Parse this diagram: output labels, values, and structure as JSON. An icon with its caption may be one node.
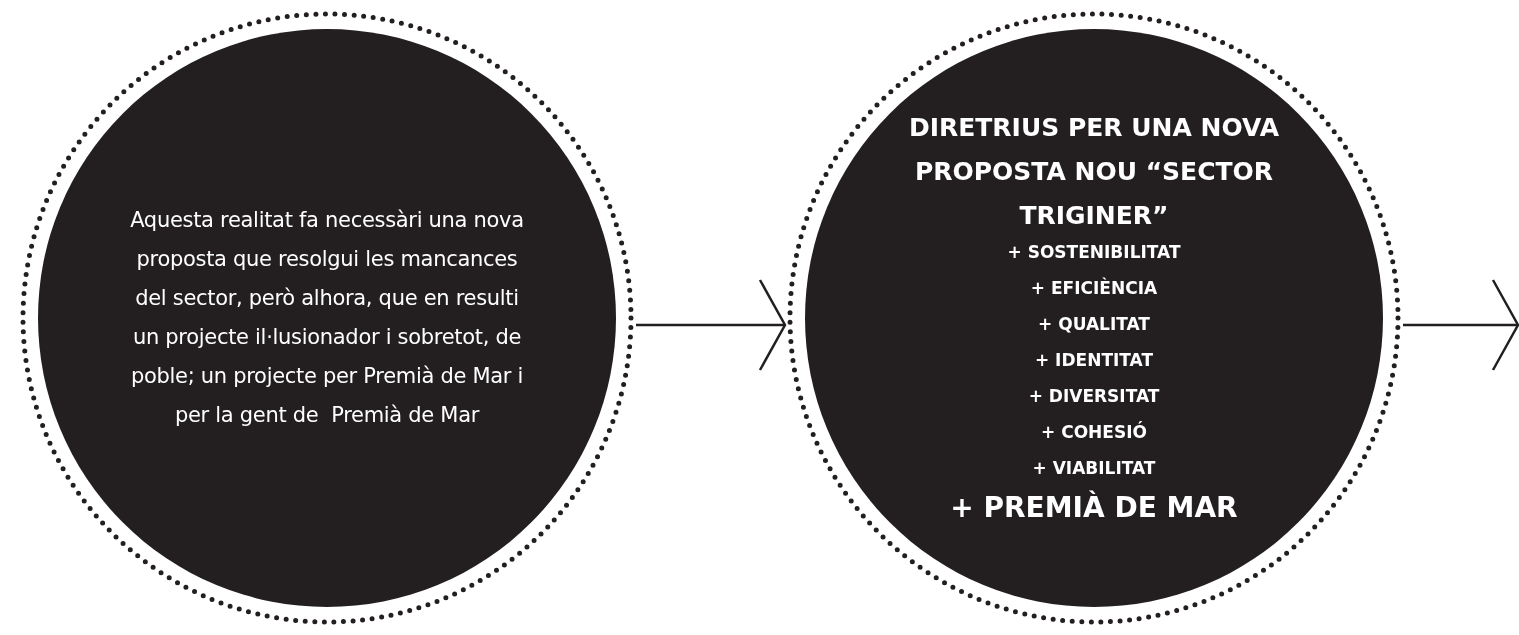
{
  "diagram": {
    "nodes": [
      {
        "text": [
          "Aquesta realitat fa necessàri una nova proposta que resolgui les mancances del sector, però alhora, que en resulti un projecte il·lusionador i sobretot, de poble; un projecte per Premià de Mar i per la gent de  Premià de Mar"
        ]
      },
      {
        "text": [
          "DIRETRIUS PER UNA NOVA PROPOSTA NOU “SECTOR TRIGINER”",
          "+ SOSTENIBILITAT",
          "+ EFICIÈNCIA",
          "+ QUALITAT",
          "+ IDENTITAT",
          "+ DIVERSITAT",
          "+ COHESIÓ",
          "+ VIABILITAT",
          "+ PREMIÀ DE MAR"
        ]
      }
    ],
    "edges": [
      {
        "from": 0,
        "to": 1,
        "arrow": "to"
      },
      {
        "from": 1,
        "to": null,
        "arrow": "to"
      }
    ]
  }
}
